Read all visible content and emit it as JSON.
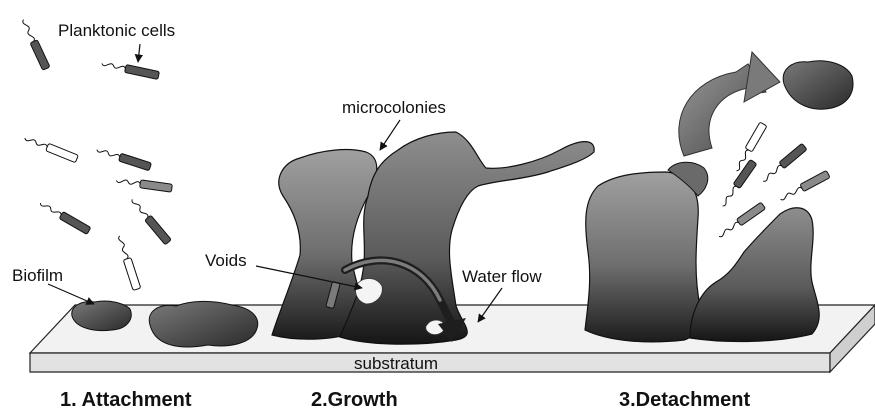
{
  "labels": {
    "planktonic_cells": "Planktonic cells",
    "microcolonies": "microcolonies",
    "biofilm": "Biofilm",
    "voids": "Voids",
    "water_flow": "Water flow",
    "substratum": "substratum"
  },
  "stages": [
    {
      "label": "1. Attachment"
    },
    {
      "label": "2.Growth"
    },
    {
      "label": "3.Detachment"
    }
  ],
  "colors": {
    "dark_cell": "#555555",
    "mid_cell": "#8a8a8a",
    "light_cell": "#ffffff",
    "substratum_fill": "#e2e2e2",
    "colony_light": "#9a9a9a",
    "colony_dark": "#222222"
  }
}
